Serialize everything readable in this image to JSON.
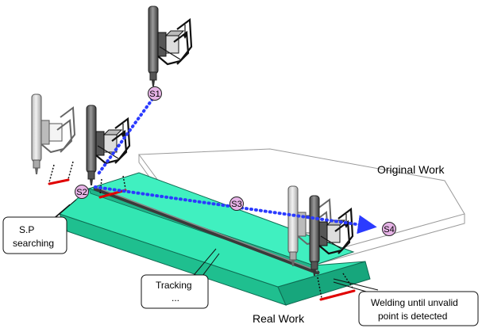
{
  "labels": {
    "original_work": "Original  Work",
    "real_work": "Real  Work"
  },
  "stations": {
    "s1": "S1",
    "s2": "S2",
    "s3": "S3",
    "s4": "S4"
  },
  "callouts": {
    "sp_line1": "S.P",
    "sp_line2": "searching",
    "tracking_line1": "Tracking",
    "tracking_line2": "...",
    "welding_line1": "Welding  until  unvalid",
    "welding_line2": "point  is  detected"
  },
  "colors": {
    "plate": "#33e6b3",
    "plate_edge": "#1a9a78",
    "path": "#2b3bff",
    "station_fill": "#e6b3e6",
    "red_marker": "#e00000",
    "torch_dark": "#6f6f6f",
    "torch_light": "#d9d9d9"
  }
}
